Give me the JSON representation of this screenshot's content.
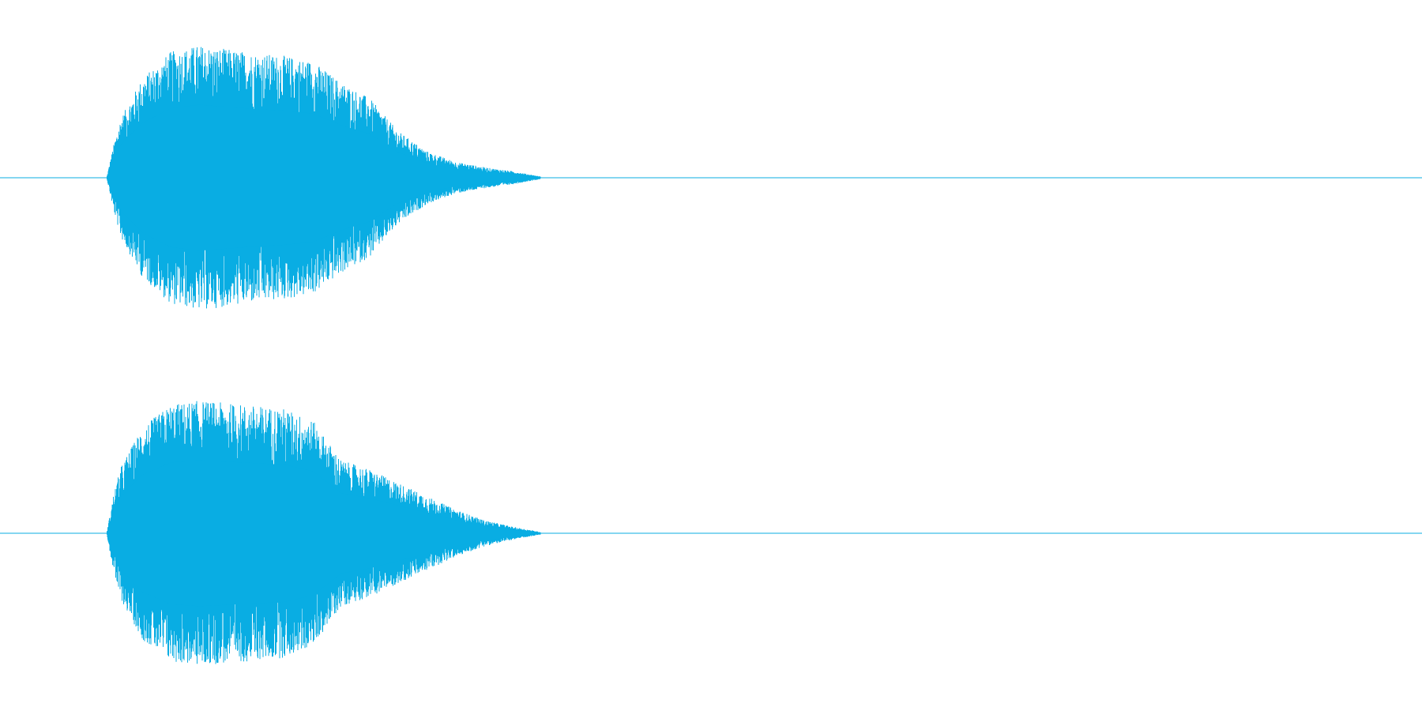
{
  "colors": {
    "waveform": "#09ade3",
    "background": "#ffffff"
  },
  "chart_data": [
    {
      "type": "area",
      "channel": 1,
      "title": "",
      "xlabel": "",
      "ylabel": "",
      "xlim": [
        0,
        1
      ],
      "ylim": [
        -1,
        1
      ],
      "grid": false,
      "x": [
        0.0,
        0.075,
        0.08,
        0.085,
        0.1,
        0.12,
        0.14,
        0.16,
        0.18,
        0.2,
        0.22,
        0.24,
        0.26,
        0.28,
        0.3,
        0.32,
        0.34,
        0.36,
        0.38,
        1.0
      ],
      "upper": [
        0.0,
        0.0,
        0.25,
        0.45,
        0.75,
        0.95,
        1.0,
        0.97,
        0.94,
        0.92,
        0.88,
        0.72,
        0.6,
        0.35,
        0.2,
        0.12,
        0.08,
        0.05,
        0.01,
        0.0
      ],
      "lower": [
        0.0,
        0.0,
        -0.25,
        -0.45,
        -0.75,
        -0.95,
        -1.0,
        -0.97,
        -0.94,
        -0.92,
        -0.88,
        -0.72,
        -0.6,
        -0.35,
        -0.2,
        -0.12,
        -0.08,
        -0.05,
        -0.01,
        0.0
      ]
    },
    {
      "type": "area",
      "channel": 2,
      "title": "",
      "xlabel": "",
      "ylabel": "",
      "xlim": [
        0,
        1
      ],
      "ylim": [
        -1,
        1
      ],
      "grid": false,
      "x": [
        0.0,
        0.075,
        0.08,
        0.085,
        0.1,
        0.12,
        0.14,
        0.16,
        0.18,
        0.2,
        0.22,
        0.24,
        0.26,
        0.28,
        0.3,
        0.32,
        0.34,
        0.36,
        0.38,
        1.0
      ],
      "upper": [
        0.0,
        0.0,
        0.3,
        0.5,
        0.8,
        0.97,
        1.0,
        0.98,
        0.96,
        0.94,
        0.85,
        0.55,
        0.48,
        0.38,
        0.28,
        0.18,
        0.1,
        0.05,
        0.01,
        0.0
      ],
      "lower": [
        0.0,
        0.0,
        -0.3,
        -0.5,
        -0.8,
        -0.97,
        -1.0,
        -0.98,
        -0.96,
        -0.94,
        -0.85,
        -0.55,
        -0.48,
        -0.38,
        -0.28,
        -0.18,
        -0.1,
        -0.05,
        -0.01,
        0.0
      ]
    }
  ]
}
